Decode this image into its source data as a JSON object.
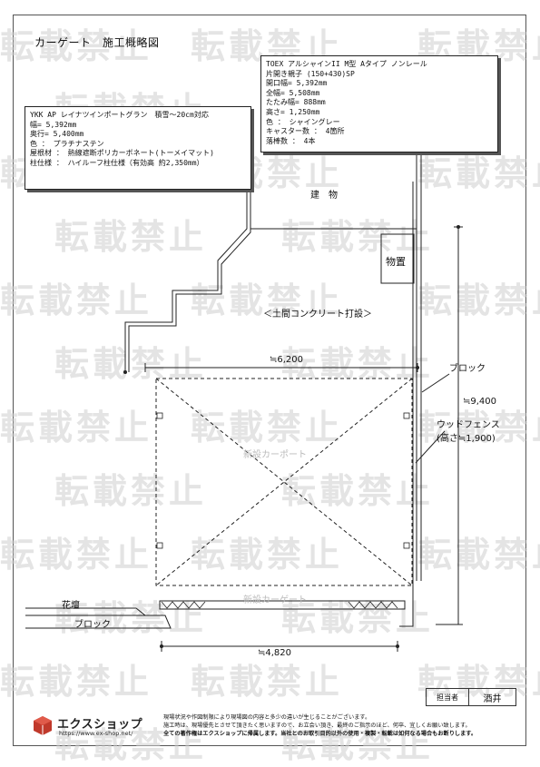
{
  "title": "カーゲート　施工概略図",
  "carport_spec": {
    "lines": [
      "YKK AP レイナツインポートグラン　積雪〜20cm対応",
      "幅= 5,392mm",
      "奥行= 5,400mm",
      "色 ：  プラチナステン",
      "屋根材 ：  熱線遮断ポリカーボネート(トーメイマット)",
      "柱仕様 ：  ハイルーフ柱仕様（有効高 約2,350mm）"
    ]
  },
  "gate_spec": {
    "lines": [
      "TOEX アルシャインII M型 Aタイプ ノンレール",
      "片開き親子 (150+430)SP",
      "開口幅= 5,392mm",
      "全幅= 5,508mm",
      "たたみ幅= 888mm",
      "高さ= 1,250mm",
      "色 ： シャイングレー",
      "キャスター数 ： 4箇所",
      "落棒数 ： 4本"
    ]
  },
  "labels": {
    "building": "建　物",
    "storage": "物置",
    "concrete": "＜土間コンクリート打設＞",
    "dim_width": "≒6,200",
    "block_right": "ブロック",
    "dim_depth": "≒9,400",
    "wood_fence": "ウッドフェンス",
    "wood_fence_height": "(高さ≒1,900)",
    "new_carport": "新設カーポート",
    "new_carport_gate": "新設カーゲート",
    "flower_bed": "花壇",
    "block_bottom": "ブロック",
    "dim_bottom": "≒4,820"
  },
  "watermark": "転載禁止",
  "logo": {
    "name": "エクスショップ",
    "url": "https://www.ex-shop.net/"
  },
  "notes": [
    "現場状況や作図制限により現場図の内容と多少の違いが生じることがございます。",
    "施工時は、現場優先とさせて頂きたく思いますので、お立会い頂き、最終のご指示のほど、何卒、宜しくお願い致します。",
    "全ての著作権はエクスショップに帰属します。当社とのお取引目的以外の使用・複製・転載は如何なる場合もお断りします。"
  ],
  "person": {
    "label": "担当者",
    "name": "酒井"
  },
  "colors": {
    "logo_red": "#c0392b",
    "line": "#222222",
    "watermark": "#cfcfcf"
  }
}
